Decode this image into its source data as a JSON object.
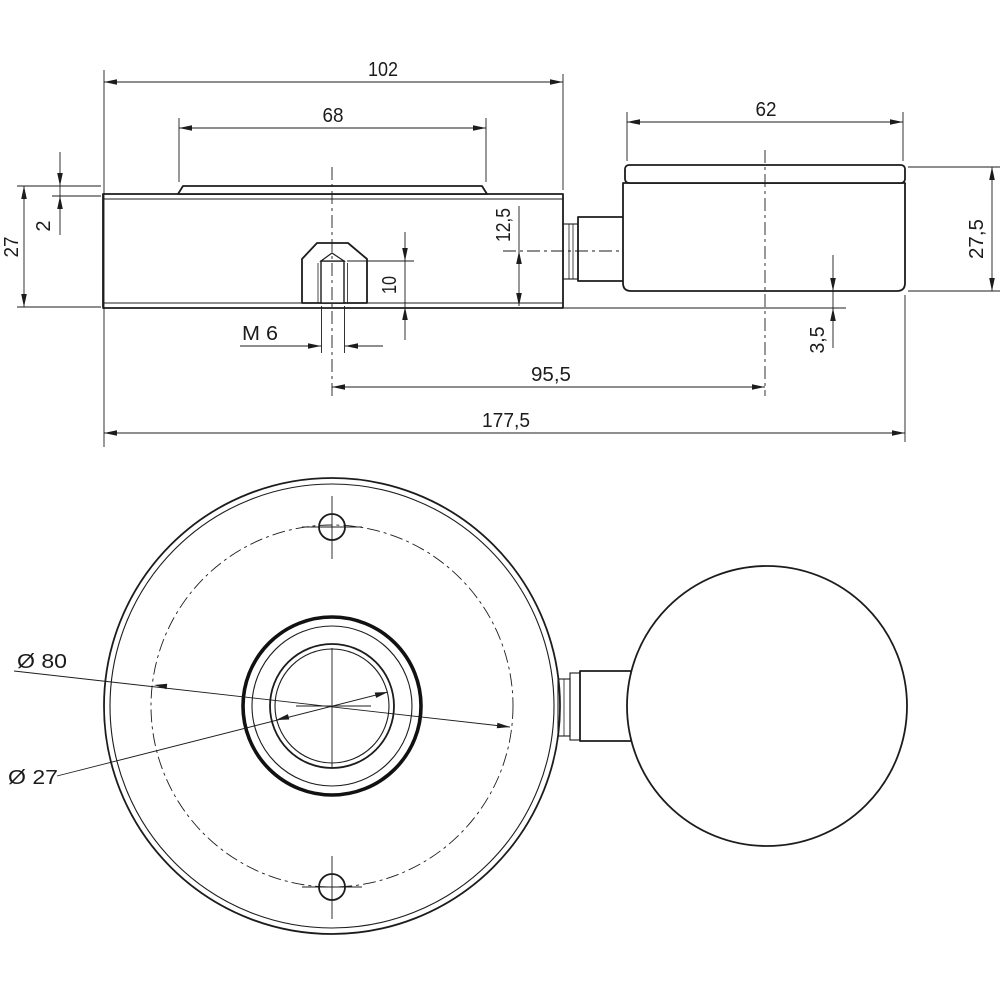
{
  "drawing": {
    "background": "#ffffff",
    "line_color": "#1c1c1c",
    "views": {
      "side_view": "side-section-view",
      "plan_view": "bottom-plan-view"
    },
    "dim_labels": {
      "body_length": "102",
      "plate_length": "68",
      "gauge_length": "62",
      "body_height": "27",
      "plate_thickness": "2",
      "axis_to_bottom": "12,5",
      "thread_depth": "10",
      "thread_size": "M 6",
      "gauge_bottom_offset": "3,5",
      "gauge_height": "27,5",
      "thread_to_gauge_axis": "95,5",
      "overall_length": "177,5",
      "bolt_circle_diameter": "Ø 80",
      "bore_diameter": "Ø 27"
    }
  }
}
